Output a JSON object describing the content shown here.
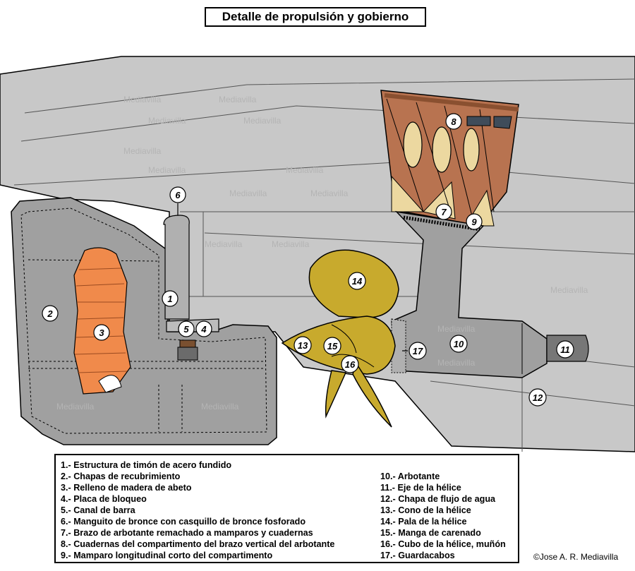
{
  "title": "Detalle de propulsión y gobierno",
  "watermark": "Mediavilla",
  "callouts": [
    {
      "id": "1",
      "text": "1"
    },
    {
      "id": "2",
      "text": "2"
    },
    {
      "id": "3",
      "text": "3"
    },
    {
      "id": "4",
      "text": "4"
    },
    {
      "id": "5",
      "text": "5"
    },
    {
      "id": "6",
      "text": "6"
    },
    {
      "id": "7",
      "text": "7"
    },
    {
      "id": "8",
      "text": "8"
    },
    {
      "id": "9",
      "text": "9"
    },
    {
      "id": "10",
      "text": "10"
    },
    {
      "id": "11",
      "text": "11"
    },
    {
      "id": "12",
      "text": "12"
    },
    {
      "id": "13",
      "text": "13"
    },
    {
      "id": "14",
      "text": "14"
    },
    {
      "id": "15",
      "text": "15"
    },
    {
      "id": "16",
      "text": "16"
    },
    {
      "id": "17",
      "text": "17"
    }
  ],
  "legend": {
    "left": [
      "1.- Estructura de timón de acero fundido",
      "2.- Chapas de recubrimiento",
      "3.- Relleno de madera de abeto",
      "4.- Placa de bloqueo",
      "5.- Canal de barra",
      "6.- Manguito de bronce con casquillo de bronce fosforado",
      "7.- Brazo de arbotante remachado a mamparos y cuadernas",
      "8.- Cuadernas del compartimento del brazo vertical del arbotante",
      "9.- Mamparo longitudinal corto del compartimento"
    ],
    "right": [
      "10.- Arbotante",
      "11.- Eje de la hélice",
      "12.- Chapa de flujo de agua",
      "13.- Cono de la hélice",
      "14.- Pala de la hélice",
      "15.- Manga de carenado",
      "16.- Cubo de la hélice, muñón",
      "17.- Guardacabos"
    ]
  },
  "copyright": "©Jose A. R. Mediavilla",
  "colors": {
    "hull": "#c8c8c8",
    "rudder": "#a0a0a0",
    "wood": "#f08a4b",
    "bronze": "#c8aa2d",
    "frames": "#b87350",
    "bulkhead": "#ecd8a0"
  }
}
